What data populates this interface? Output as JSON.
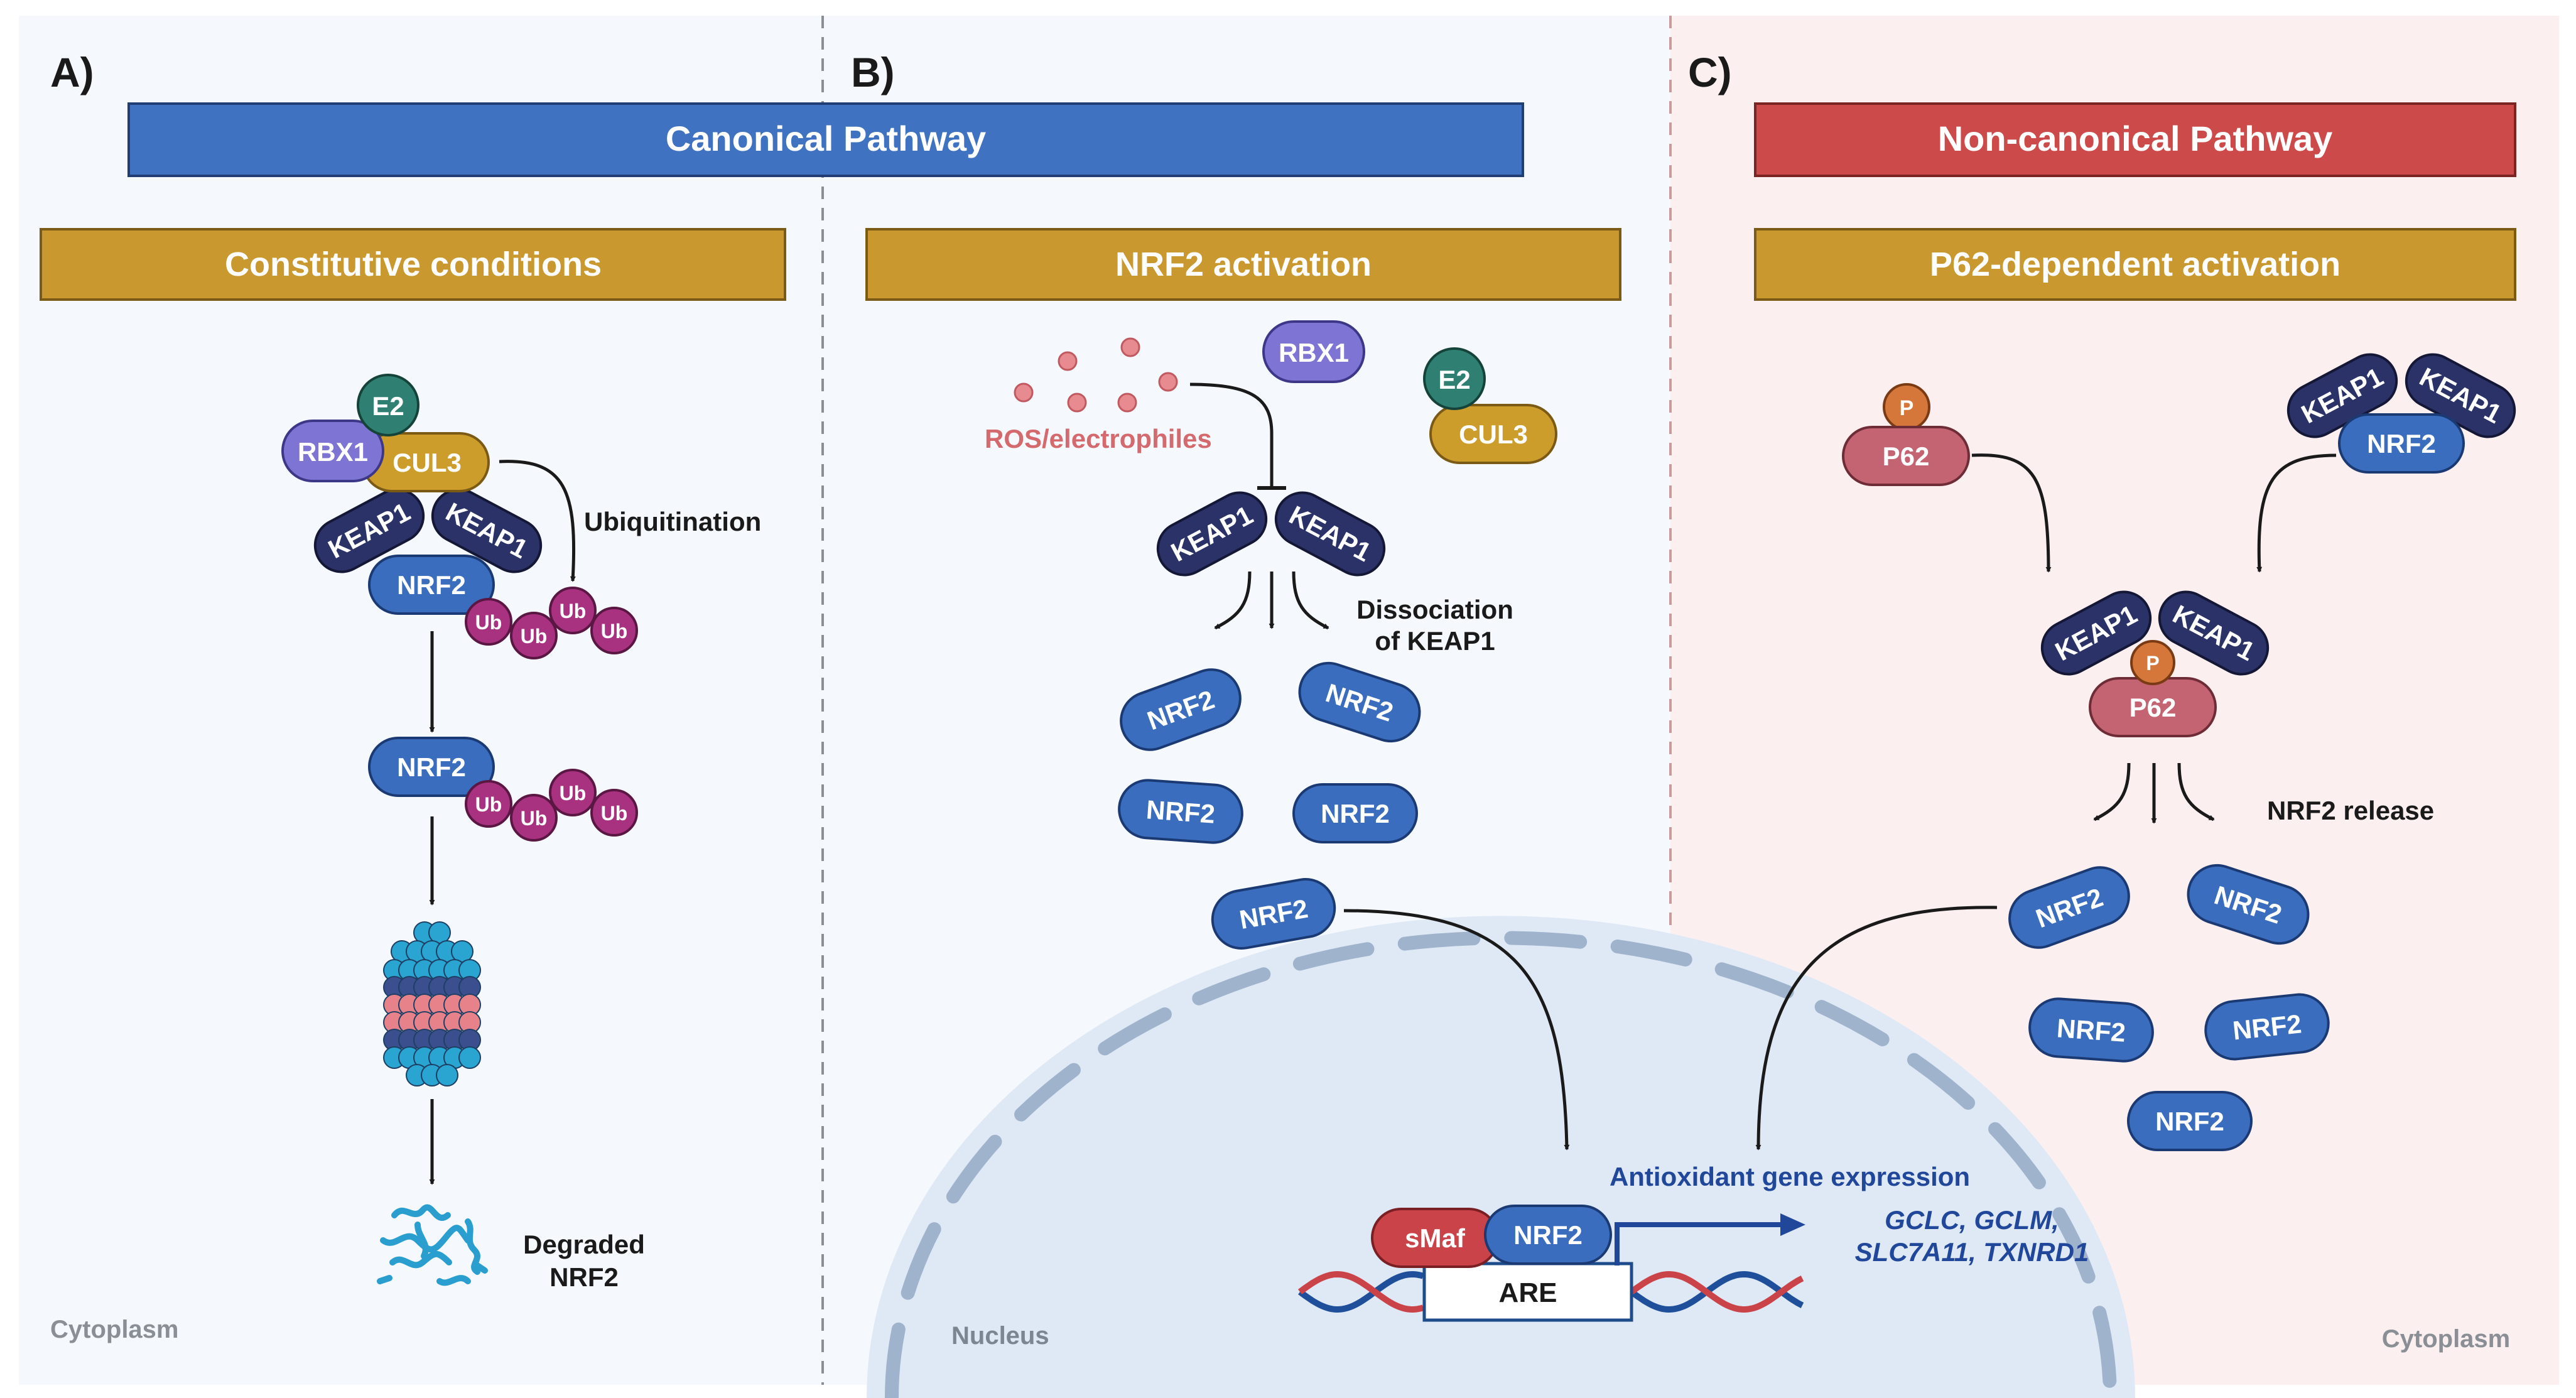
{
  "colors": {
    "canonical_blue": "#3f73c1",
    "noncanonical_red": "#cd4a4a",
    "condition_gold": "#c9982e",
    "keap1_navy": "#2b3268",
    "nrf2_blue": "#3a6dbe",
    "e2_teal": "#2f8073",
    "rbx1_purple": "#7d74d4",
    "cul3_gold": "#cd9d2c",
    "ub_magenta": "#a8327f",
    "p62_pink": "#c46473",
    "p_orange": "#d5763b",
    "smaf_red": "#c94348",
    "ros_pink": "#e78b90",
    "nucleus_fill": "#dfe9f5",
    "nucleus_dash": "#9fb3cd",
    "text_dark": "#1a1a1a",
    "label_grey": "#8a8f96",
    "gene_blue": "#21479a"
  },
  "panel_a": {
    "letter": "A)",
    "condition": "Constitutive conditions",
    "e2": "E2",
    "rbx1": "RBX1",
    "cul3": "CUL3",
    "keap1": "KEAP1",
    "nrf2": "NRF2",
    "ub": "Ub",
    "ubiquitination": "Ubiquitination",
    "degraded_line1": "Degraded",
    "degraded_line2": "NRF2",
    "cytoplasm": "Cytoplasm"
  },
  "panel_b": {
    "letter": "B)",
    "pathway": "Canonical Pathway",
    "condition": "NRF2 activation",
    "ros": "ROS/electrophiles",
    "rbx1": "RBX1",
    "e2": "E2",
    "cul3": "CUL3",
    "keap1": "KEAP1",
    "nrf2": "NRF2",
    "dissociation_line1": "Dissociation",
    "dissociation_line2": "of KEAP1",
    "nucleus": "Nucleus",
    "smaf": "sMaf",
    "are": "ARE",
    "antioxidant": "Antioxidant gene expression",
    "genes_line1": "GCLC, GCLM,",
    "genes_line2": "SLC7A11, TXNRD1"
  },
  "panel_c": {
    "letter": "C)",
    "pathway": "Non-canonical Pathway",
    "condition": "P62-dependent activation",
    "p": "P",
    "p62": "P62",
    "keap1": "KEAP1",
    "nrf2": "NRF2",
    "release": "NRF2 release",
    "cytoplasm": "Cytoplasm"
  }
}
